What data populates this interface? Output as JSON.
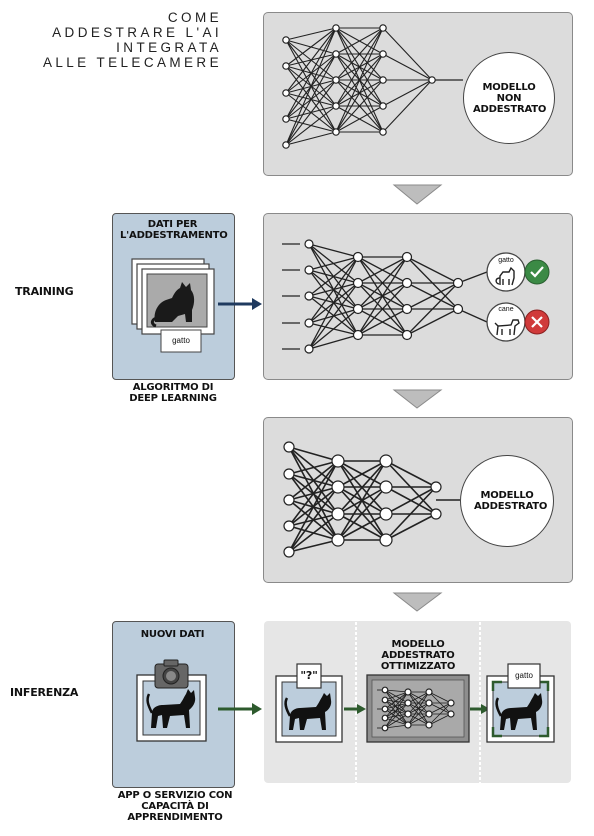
{
  "title": {
    "line1": "COME",
    "line2": "ADDESTRARE L'AI",
    "line3": "INTEGRATA",
    "line4": "ALLE TELECAMERE"
  },
  "untrained": {
    "label": "MODELLO NON ADDESTRATO"
  },
  "training": {
    "side_label": "TRAINING",
    "data_title": "DATI PER L'ADDESTRAMENTO",
    "card_label": "gatto",
    "algorithm_label": "ALGORITMO DI DEEP LEARNING",
    "out_cat": "gatto",
    "out_dog": "cane"
  },
  "trained": {
    "label": "MODELLO ADDESTRATO"
  },
  "inference": {
    "side_label": "INFERENZA",
    "new_data_title": "NUOVI DATI",
    "app_label": "APP O SERVIZIO CON CAPACITÀ DI APPRENDIMENTO",
    "question_tag": "\"?\"",
    "optimized_title": "MODELLO ADDESTRATO OTTIMIZZATO",
    "result_tag": "gatto"
  },
  "colors": {
    "panel": "#dcdcdc",
    "blue": "#bccddc",
    "arrow_navy": "#1f3a5f",
    "arrow_green": "#2d5a2d",
    "check": "#3b8a45",
    "cross": "#d03a3a"
  }
}
